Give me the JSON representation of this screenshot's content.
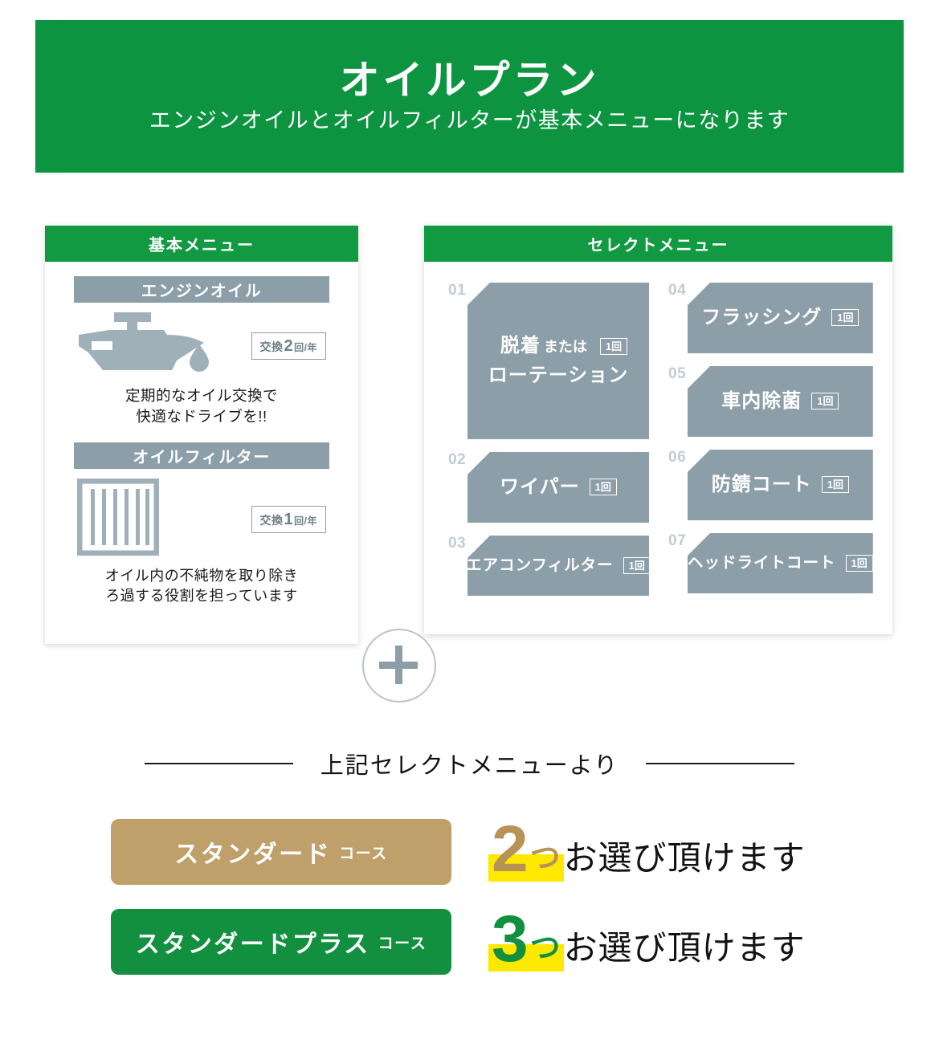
{
  "header": {
    "title": "オイルプラン",
    "subtitle": "エンジンオイルとオイルフィルターが基本メニューになります",
    "bg_color": "#0d9440"
  },
  "basic_panel": {
    "header": "基本メニュー",
    "sections": [
      {
        "title": "エンジンオイル",
        "icon": "oil-can-icon",
        "badge_prefix": "交換",
        "badge_count": "2",
        "badge_suffix": "回/年",
        "description_line1": "定期的なオイル交換で",
        "description_line2": "快適なドライブを!!"
      },
      {
        "title": "オイルフィルター",
        "icon": "oil-filter-icon",
        "badge_prefix": "交換",
        "badge_count": "1",
        "badge_suffix": "回/年",
        "description_line1": "オイル内の不純物を取り除き",
        "description_line2": "ろ過する役割を担っています"
      }
    ]
  },
  "plus_divider": {
    "icon": "plus-icon"
  },
  "select_panel": {
    "header": "セレクトメニュー",
    "card_color": "#8c9ea8",
    "items": [
      {
        "number": "01",
        "label_line1": "脱着",
        "label_line1_sub": "または",
        "label_line2": "ローテーション",
        "badge": "1回"
      },
      {
        "number": "02",
        "label": "ワイパー",
        "badge": "1回"
      },
      {
        "number": "03",
        "label": "エアコンフィルター",
        "badge": "1回"
      },
      {
        "number": "04",
        "label": "フラッシング",
        "badge": "1回"
      },
      {
        "number": "05",
        "label": "車内除菌",
        "badge": "1回"
      },
      {
        "number": "06",
        "label": "防錆コート",
        "badge": "1回"
      },
      {
        "number": "07",
        "label": "ヘッドライトコート",
        "badge": "1回"
      }
    ]
  },
  "bottom": {
    "divider_text": "上記セレクトメニューより",
    "courses": [
      {
        "name": "スタンダード",
        "suffix": "コース",
        "pill_color": "#bfa06a",
        "count": "2",
        "counter_word": "つ",
        "choose_text": "お選び頂けます",
        "highlight_color": "#ffe800"
      },
      {
        "name": "スタンダードプラス",
        "suffix": "コース",
        "pill_color": "#13903f",
        "count": "3",
        "counter_word": "つ",
        "choose_text": "お選び頂けます",
        "highlight_color": "#ffe800"
      }
    ]
  }
}
